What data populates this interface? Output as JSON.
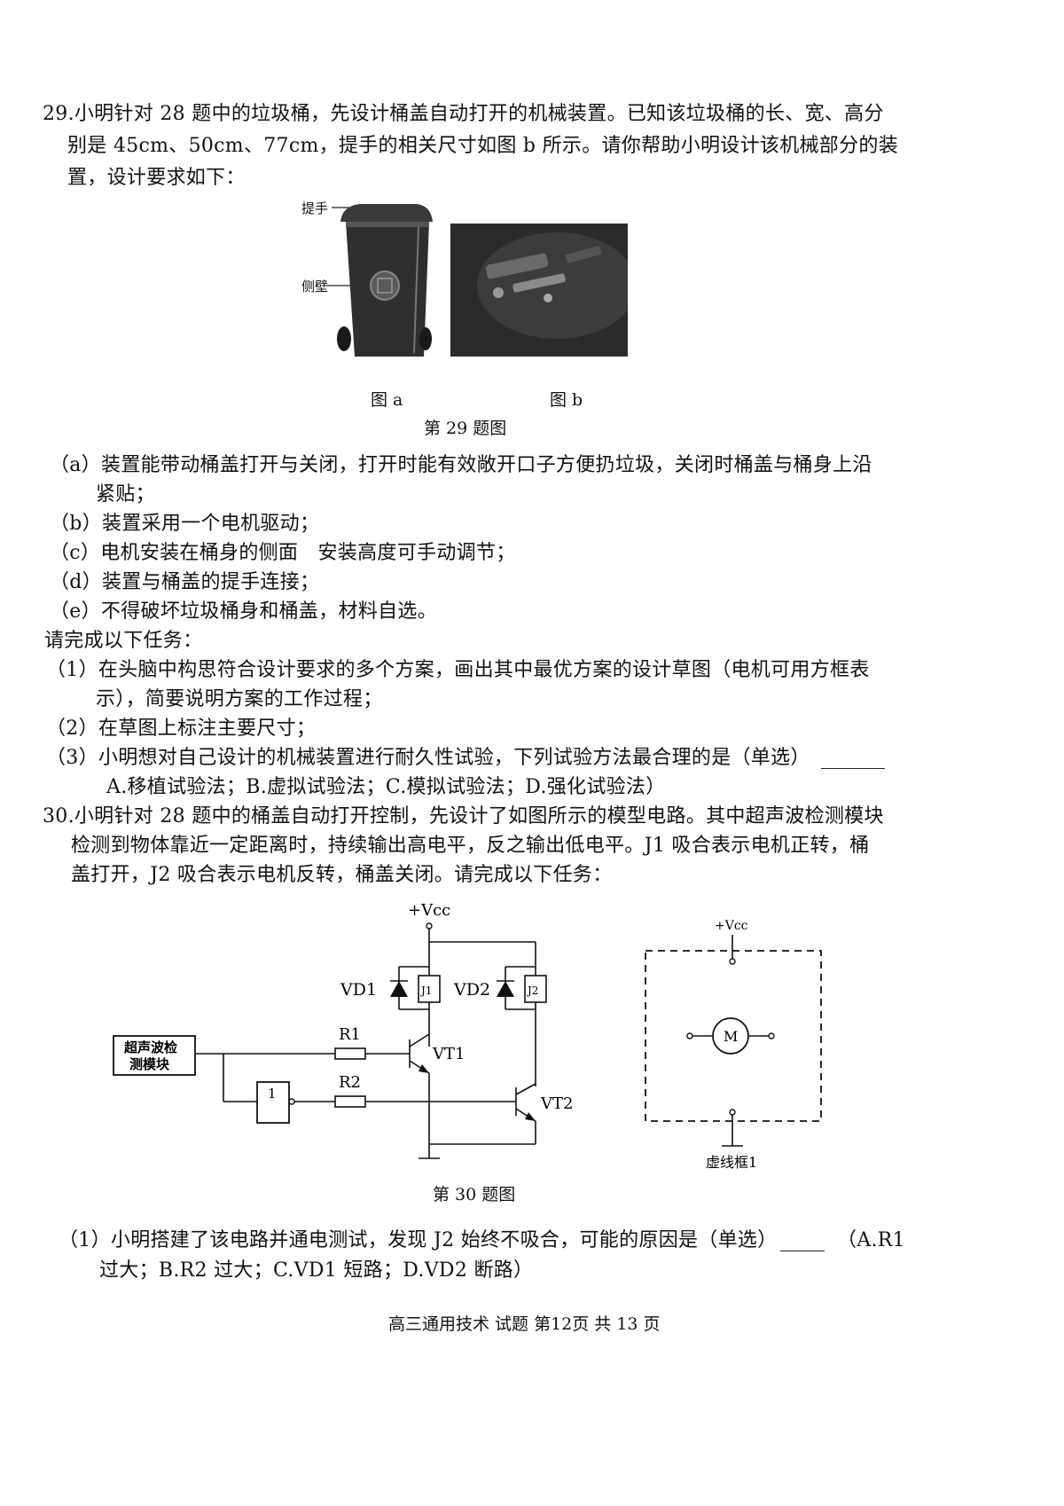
{
  "q29": {
    "stem": [
      "29.小明针对 28 题中的垃圾桶，先设计桶盖自动打开的机械装置。已知该垃圾桶的长、宽、高分",
      "别是 45cm、50cm、77cm，提手的相关尺寸如图 b 所示。请你帮助小明设计该机械部分的装",
      "置，设计要求如下："
    ],
    "fig_a_label_handle": "提手",
    "fig_a_label_side": "侧壁",
    "fig_a_caption": "图 a",
    "fig_b_caption": "图 b",
    "figure_caption": "第 29 题图",
    "requirements": [
      "（a）装置能带动桶盖打开与关闭，打开时能有效敞开口子方便扔垃圾，关闭时桶盖与桶身上沿",
      "紧贴；",
      "（b）装置采用一个电机驱动；",
      "（c）电机安装在桶身的侧面　安装高度可手动调节；",
      "（d）装置与桶盖的提手连接；",
      "（e）不得破坏垃圾桶身和桶盖，材料自选。"
    ],
    "tasks_intro": "请完成以下任务：",
    "tasks": [
      "（1）在头脑中构思符合设计要求的多个方案，画出其中最优方案的设计草图（电机可用方框表",
      "示），简要说明方案的工作过程；",
      "（2）在草图上标注主要尺寸；",
      "（3）小明想对自己设计的机械装置进行耐久性试验，下列试验方法最合理的是（单选）",
      "A.移植试验法；B.虚拟试验法；C.模拟试验法；D.强化试验法）"
    ]
  },
  "q30": {
    "stem": [
      "30.小明针对 28 题中的桶盖自动打开控制，先设计了如图所示的模型电路。其中超声波检测模块",
      "检测到物体靠近一定距离时，持续输出高电平，反之输出低电平。J1 吸合表示电机正转，桶",
      "盖打开，J2 吸合表示电机反转，桶盖关闭。请完成以下任务："
    ],
    "circuit": {
      "vcc": "+Vcc",
      "vd1": "VD1",
      "vd2": "VD2",
      "j1": "J1",
      "j2": "J2",
      "r1": "R1",
      "r2": "R2",
      "vt1": "VT1",
      "vt2": "VT2",
      "module_line1": "超声波检",
      "module_line2": "测模块",
      "not_gate": "1",
      "motor": "M",
      "box_vcc": "+Vcc",
      "box_label": "虚线框1"
    },
    "figure_caption": "第 30 题图",
    "q1": [
      "（1）小明搭建了该电路并通电测试，发现 J2 始终不吸合，可能的原因是（单选）",
      "（A.R1",
      "过大；B.R2 过大；C.VD1 短路；D.VD2 断路）"
    ]
  },
  "footer": "高三通用技术 试题 第12页 共 13 页"
}
